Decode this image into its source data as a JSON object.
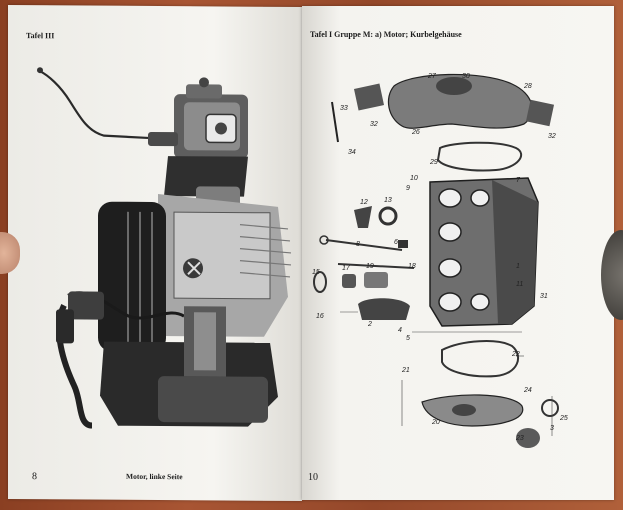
{
  "left_page": {
    "header": "Tafel III",
    "page_number": "8",
    "caption": "Motor, linke Seite"
  },
  "right_page": {
    "header": "Tafel I  Gruppe M: a) Motor; Kurbelgehäuse",
    "page_number": "10"
  },
  "part_numbers": [
    "27",
    "30",
    "28",
    "33",
    "32",
    "32",
    "34",
    "26",
    "29",
    "10",
    "9",
    "7",
    "12",
    "13",
    "6",
    "8",
    "15",
    "17",
    "19",
    "18",
    "1",
    "11",
    "31",
    "16",
    "2",
    "4",
    "5",
    "22",
    "21",
    "20",
    "24",
    "25",
    "23",
    "3"
  ]
}
